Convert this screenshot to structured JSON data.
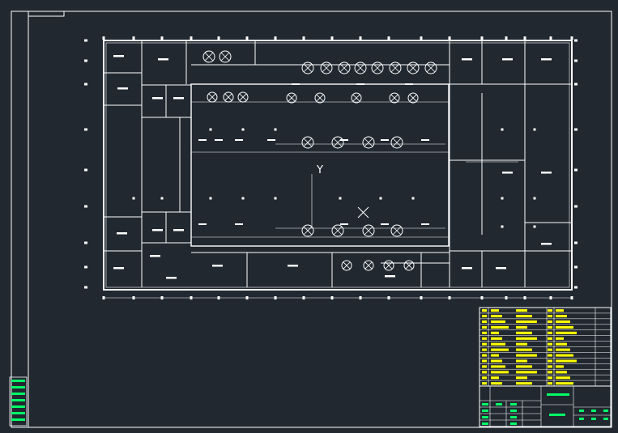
{
  "colors": {
    "background": "#212830",
    "line": "#ffffff",
    "highlight": "#ffff00",
    "accent": "#00ff66"
  },
  "drawing": {
    "compass_mark": "Y",
    "legend_rows": 14,
    "legend_columns": 3
  },
  "title_block": {
    "name_box": "",
    "drawing_name": ""
  }
}
